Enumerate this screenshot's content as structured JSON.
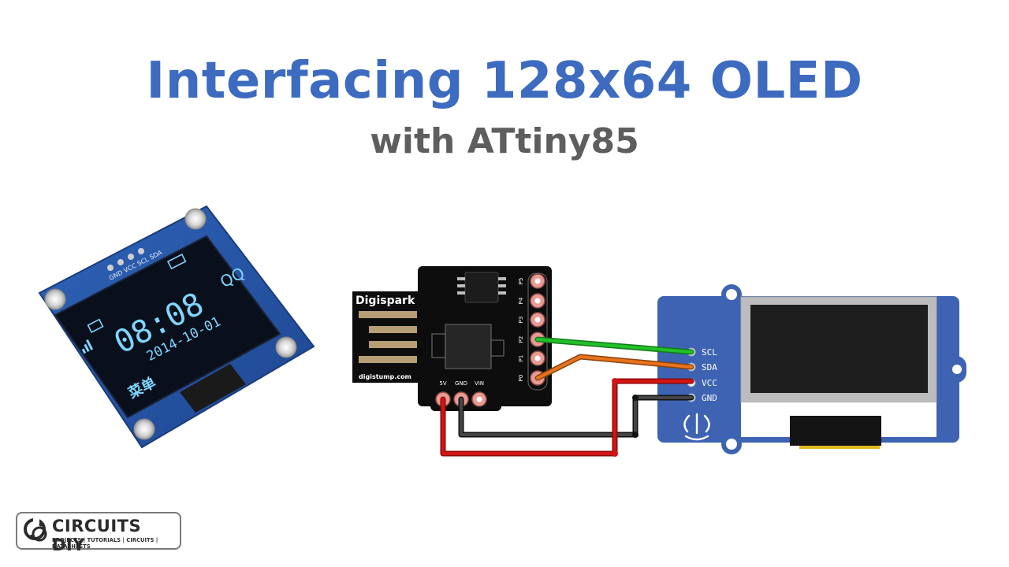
{
  "title": "Interfacing 128x64 OLED",
  "subtitle": "with ATtiny85",
  "oled_photo": {
    "header_pins": "GND VCC SCL SDA",
    "time": "08:08",
    "date": "2014-10-01",
    "chinese_label": "菜单",
    "qq_label": "QQ"
  },
  "digispark": {
    "brand": "Digispark",
    "site": "digistump.com",
    "right_pins": [
      "P5",
      "P4",
      "P3",
      "P2",
      "P1",
      "P0"
    ],
    "bottom_pins": [
      "5V",
      "GND",
      "VIN"
    ]
  },
  "oled_module": {
    "pins": [
      "SCL",
      "SDA",
      "VCC",
      "GND"
    ]
  },
  "colors": {
    "title": "#3d6bbf",
    "subtitle": "#5e5e5e",
    "wire_scl": "#22c02a",
    "wire_sda": "#e8731c",
    "wire_vcc": "#d41414",
    "wire_gnd": "#2a2a2a",
    "module_blue": "#3e63b2",
    "oled_text": "#7fd6ff"
  },
  "logo": {
    "name": "CIRCUITS DIY",
    "tagline": "PROJECTS | TUTORIALS | CIRCUITS | DATASHEETS"
  }
}
